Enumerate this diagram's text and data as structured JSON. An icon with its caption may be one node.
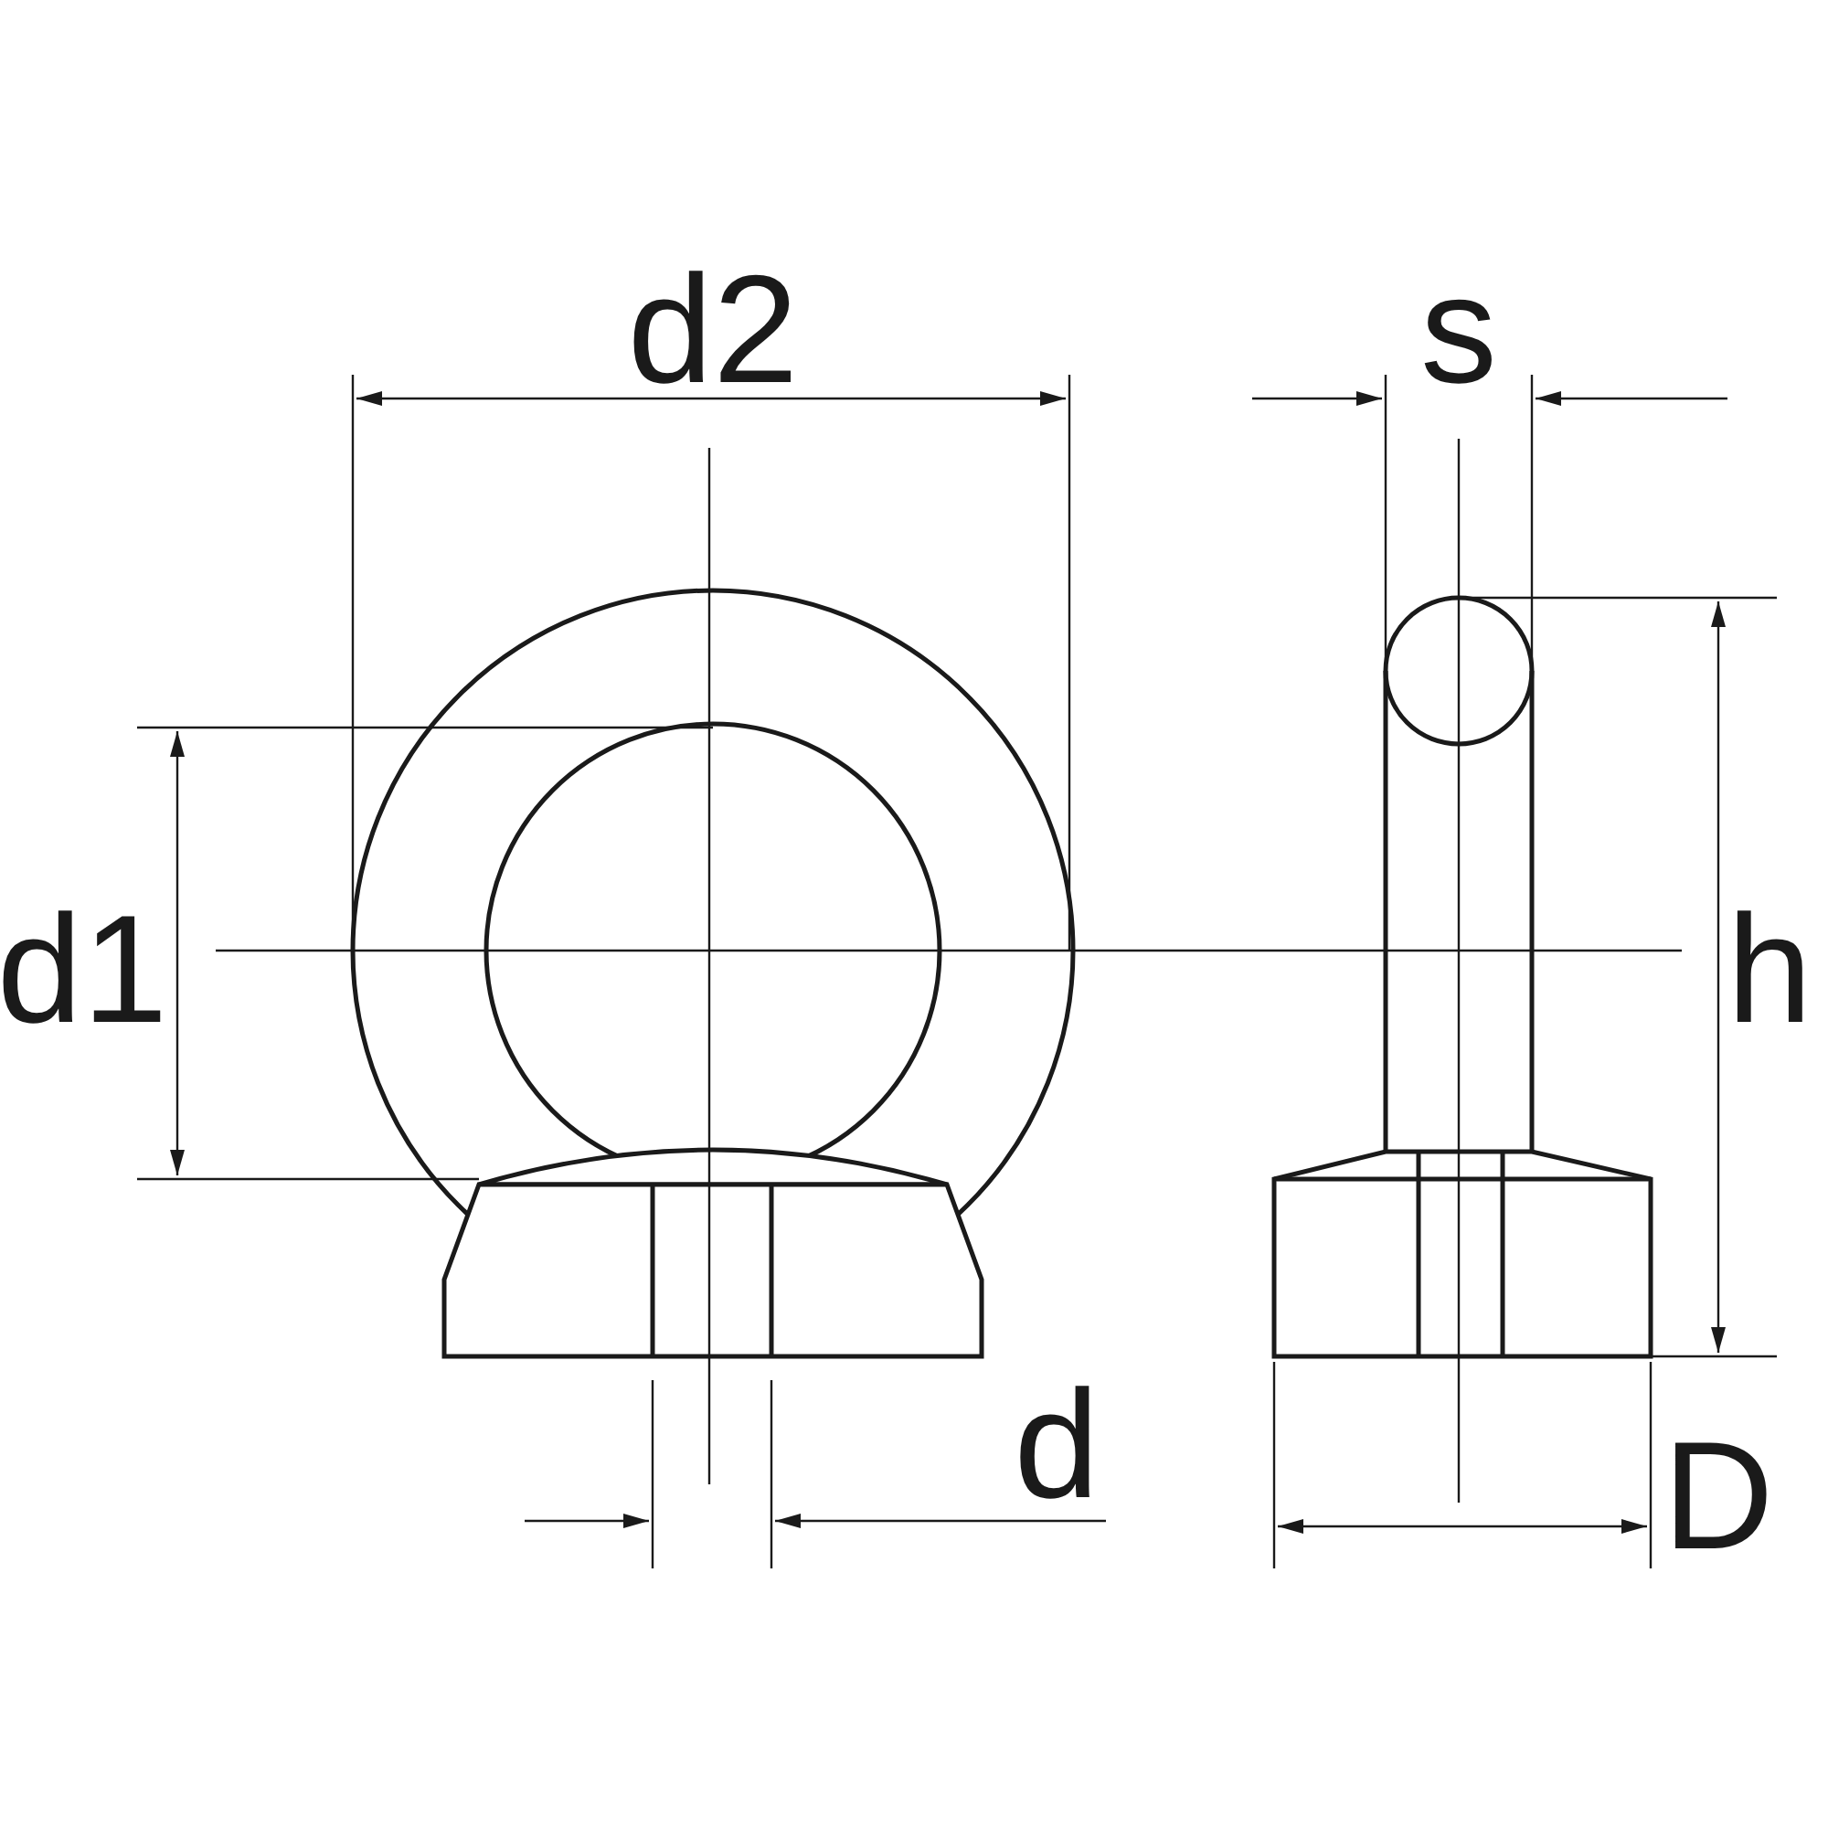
{
  "diagram": {
    "labels": [
      "d2",
      "s",
      "d1",
      "h",
      "d",
      "D"
    ]
  }
}
